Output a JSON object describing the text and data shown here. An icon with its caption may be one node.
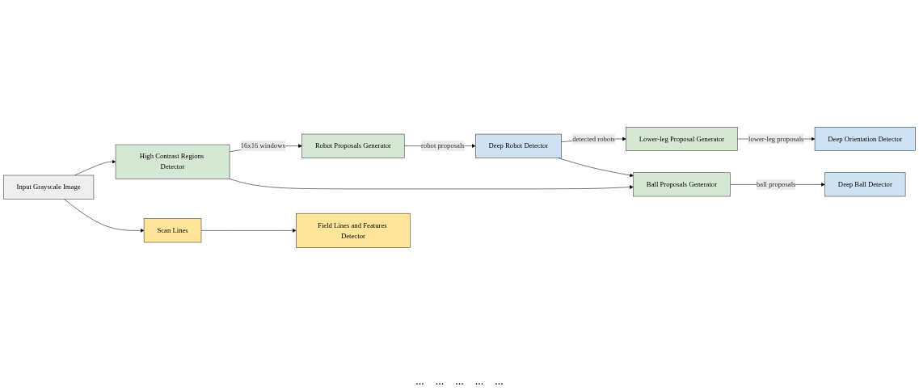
{
  "diagram": {
    "nodes": [
      {
        "text": [
          "Input Grayscale Image"
        ]
      },
      {
        "text": [
          "High Contrast Regions Detector"
        ]
      },
      {
        "text": [
          "Robot Proposals Generator"
        ]
      },
      {
        "text": [
          "Lower-leg Proposal Generator"
        ]
      },
      {
        "text": [
          "Ball Proposals Generator"
        ]
      },
      {
        "text": [
          "Scan Lines"
        ]
      },
      {
        "text": [
          "Field Lines and Features Detector"
        ]
      },
      {
        "text": [
          "Deep Robot Detector"
        ]
      },
      {
        "text": [
          "Deep Orientation Detector"
        ]
      },
      {
        "text": [
          "Deep Ball Detector"
        ]
      }
    ],
    "edges": [
      {
        "from": 0,
        "to": 1,
        "arrow": "to"
      },
      {
        "from": 0,
        "to": 5,
        "arrow": "to"
      },
      {
        "from": 5,
        "to": 6,
        "arrow": "to"
      },
      {
        "from": 1,
        "to": 2,
        "arrow": "to",
        "label": "16x16 windows"
      },
      {
        "from": 1,
        "to": 4,
        "arrow": "to"
      },
      {
        "from": 2,
        "to": 7,
        "arrow": "to",
        "label": "robot proposals"
      },
      {
        "from": 7,
        "to": 3,
        "arrow": "to",
        "label": "detected robots"
      },
      {
        "from": 7,
        "to": 4,
        "arrow": "to"
      },
      {
        "from": 3,
        "to": 8,
        "arrow": "to",
        "label": "lower-leg proposals"
      },
      {
        "from": 4,
        "to": 9,
        "arrow": "to",
        "label": "ball proposals"
      }
    ],
    "labels": [
      "...",
      "...",
      "...",
      "...",
      "..."
    ]
  }
}
